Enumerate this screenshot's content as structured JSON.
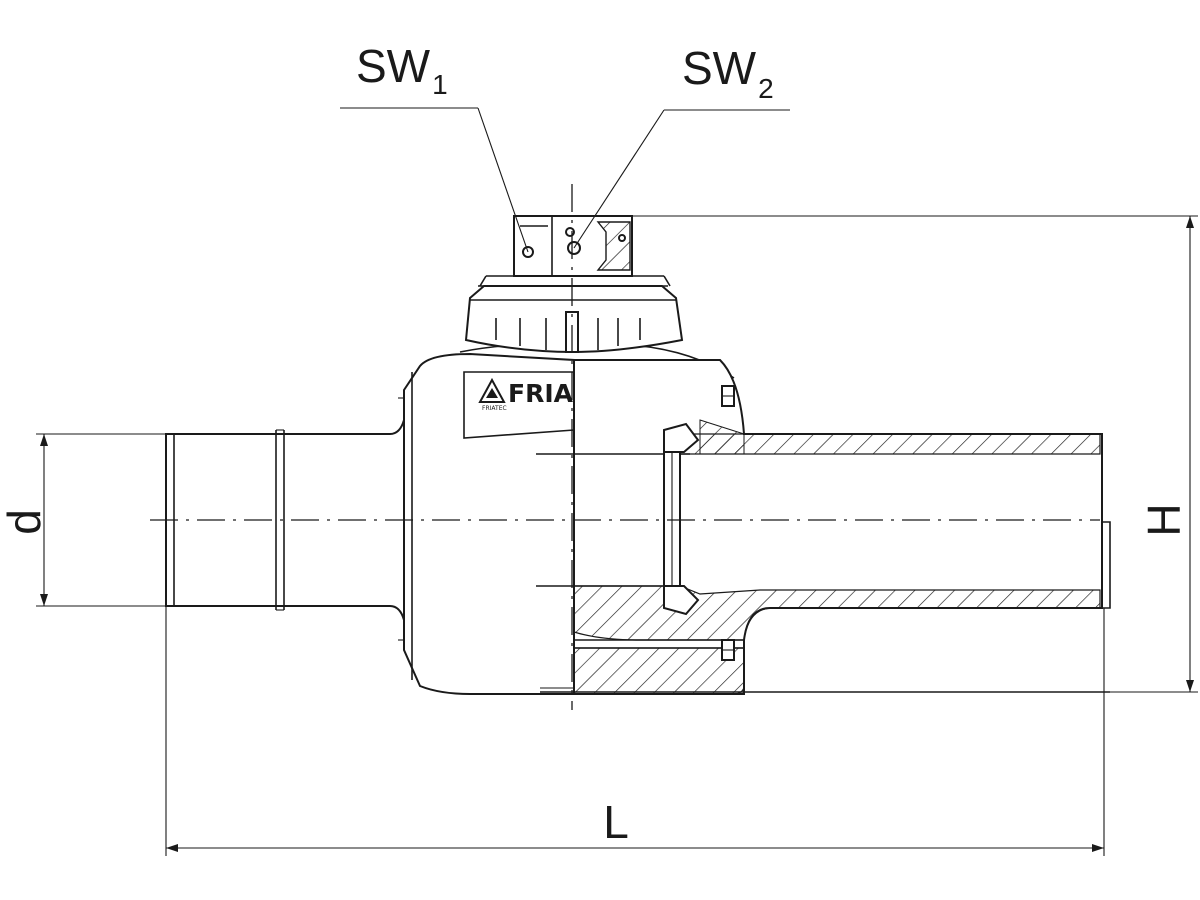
{
  "labels": {
    "sw1": {
      "main": "SW",
      "sub": "1"
    },
    "sw2": {
      "main": "SW",
      "sub": "2"
    },
    "d": "d",
    "h": "H",
    "l": "L"
  },
  "brand": {
    "name": "FRIALEN",
    "mark": "®",
    "maker": "FRIATEC"
  },
  "colors": {
    "ink": "#1a1a1a",
    "paper": "#ffffff"
  }
}
